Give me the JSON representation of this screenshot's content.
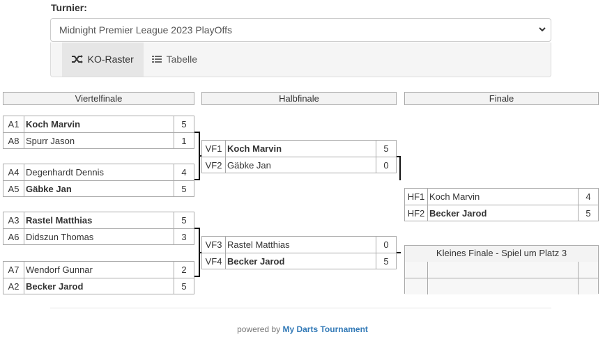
{
  "tournament": {
    "label": "Turnier:",
    "selected": "Midnight Premier League 2023 PlayOffs"
  },
  "tabs": [
    {
      "label": "KO-Raster",
      "icon": "shuffle-icon",
      "active": true
    },
    {
      "label": "Tabelle",
      "icon": "list-icon",
      "active": false
    }
  ],
  "columns": {
    "quarter": "Viertelfinale",
    "semi": "Halbfinale",
    "final": "Finale"
  },
  "quarterfinals": [
    {
      "p1": {
        "seed": "A1",
        "name": "Koch Marvin",
        "score": "5",
        "winner": true
      },
      "p2": {
        "seed": "A8",
        "name": "Spurr Jason",
        "score": "1",
        "winner": false
      }
    },
    {
      "p1": {
        "seed": "A4",
        "name": "Degenhardt Dennis",
        "score": "4",
        "winner": false
      },
      "p2": {
        "seed": "A5",
        "name": "Gäbke Jan",
        "score": "5",
        "winner": true
      }
    },
    {
      "p1": {
        "seed": "A3",
        "name": "Rastel Matthias",
        "score": "5",
        "winner": true
      },
      "p2": {
        "seed": "A6",
        "name": "Didszun Thomas",
        "score": "3",
        "winner": false
      }
    },
    {
      "p1": {
        "seed": "A7",
        "name": "Wendorf Gunnar",
        "score": "2",
        "winner": false
      },
      "p2": {
        "seed": "A2",
        "name": "Becker Jarod",
        "score": "5",
        "winner": true
      }
    }
  ],
  "semifinals": [
    {
      "p1": {
        "seed": "VF1",
        "name": "Koch Marvin",
        "score": "5",
        "winner": true
      },
      "p2": {
        "seed": "VF2",
        "name": "Gäbke Jan",
        "score": "0",
        "winner": false
      }
    },
    {
      "p1": {
        "seed": "VF3",
        "name": "Rastel Matthias",
        "score": "0",
        "winner": false
      },
      "p2": {
        "seed": "VF4",
        "name": "Becker Jarod",
        "score": "5",
        "winner": true
      }
    }
  ],
  "final": {
    "p1": {
      "seed": "HF1",
      "name": "Koch Marvin",
      "score": "4",
      "winner": false
    },
    "p2": {
      "seed": "HF2",
      "name": "Becker Jarod",
      "score": "5",
      "winner": true
    }
  },
  "third_place": {
    "title": "Kleines Finale - Spiel um Platz 3"
  },
  "footer": {
    "prefix": "powered by ",
    "brand": "My Darts Tournament"
  }
}
